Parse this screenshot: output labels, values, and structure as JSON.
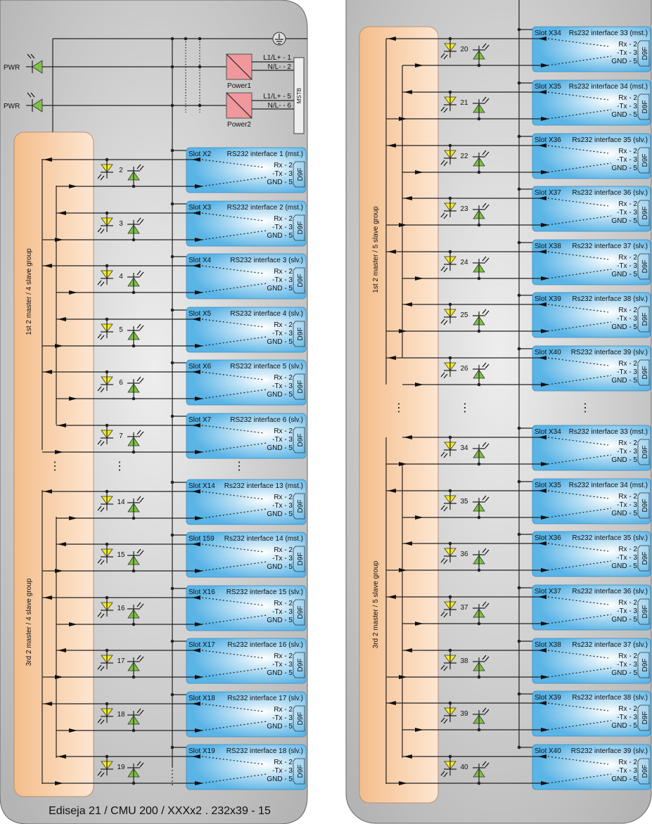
{
  "header": {
    "pwr_label": "PWR",
    "power1": "Power1",
    "power2": "Power2",
    "p1_l": "L1/L+ - 1",
    "p1_n": "N/L- - 2",
    "p2_l": "L1/L+ - 5",
    "p2_n": "N/L- - 6",
    "terminal": "MSTB"
  },
  "footer": "Ediseja 21 / CMU 200 / XXXx2 . 232x39 - 15",
  "pins": {
    "rx": "Rx - 2",
    "tx": "-Tx - 3",
    "gnd": "GND - 5",
    "connector": "D9F"
  },
  "ellipsis": "⋮",
  "left_panel": {
    "groups": [
      "1st 2 master / 4 slave group",
      "3rd 2 master / 4 slave group"
    ],
    "slots": [
      {
        "slot": "Slot X2",
        "iface": "RS232 interface 1 (mst.)",
        "led": "2"
      },
      {
        "slot": "Slot X3",
        "iface": "RS232 interface 2 (mst.)",
        "led": "3"
      },
      {
        "slot": "Slot X4",
        "iface": "RS232 interface 3 (slv.)",
        "led": "4"
      },
      {
        "slot": "Slot X5",
        "iface": "RS232 interface 4 (slv.)",
        "led": "5"
      },
      {
        "slot": "Slot X6",
        "iface": "RS232 interface 5 (slv.)",
        "led": "6"
      },
      {
        "slot": "Slot X7",
        "iface": "RS232 interface 6 (slv.)",
        "led": "7"
      },
      {
        "slot": "Slot X14",
        "iface": "Rs232 interface 13 (mst.)",
        "led": "14"
      },
      {
        "slot": "Slot 159",
        "iface": "Rs232 interface 14 (mst.)",
        "led": "15"
      },
      {
        "slot": "Slot X16",
        "iface": "RS232 interface 15 (slv.)",
        "led": "16"
      },
      {
        "slot": "Slot X17",
        "iface": "Rs232 interface 16 (slv.)",
        "led": "17"
      },
      {
        "slot": "Slot X18",
        "iface": "Rs232 interface 17 (slv.)",
        "led": "18"
      },
      {
        "slot": "Slot X19",
        "iface": "RS232 interface 18 (slv.)",
        "led": "19"
      }
    ]
  },
  "right_panel": {
    "groups": [
      "1st 2 master / 5 slave group",
      "3rd 2 master / 5 slave group"
    ],
    "slots": [
      {
        "slot": "Slot X34",
        "iface": "Rs232 interface 33 (mst.)",
        "led": "20"
      },
      {
        "slot": "Slot X35",
        "iface": "Rs232 interface 34 (mst.)",
        "led": "21"
      },
      {
        "slot": "Slot X36",
        "iface": "Rs232 interface 35 (slv.)",
        "led": "22"
      },
      {
        "slot": "Slot X37",
        "iface": "Rs232 interface 36 (slv.)",
        "led": "23"
      },
      {
        "slot": "Slot X38",
        "iface": "Rs232 interface 37 (slv.)",
        "led": "24"
      },
      {
        "slot": "Slot X39",
        "iface": "Rs232 interface 38 (slv.)",
        "led": "25"
      },
      {
        "slot": "Slot X40",
        "iface": "RS232 interface 39 (slv.)",
        "led": "26"
      },
      {
        "slot": "Slot X34",
        "iface": "Rs232 interface 33 (mst.)",
        "led": "34"
      },
      {
        "slot": "Slot X35",
        "iface": "Rs232 interface 34 (mst.)",
        "led": "35"
      },
      {
        "slot": "Slot X36",
        "iface": "Rs232 interface 35 (slv.)",
        "led": "36"
      },
      {
        "slot": "Slot X37",
        "iface": "Rs232 interface 36 (slv.)",
        "led": "37"
      },
      {
        "slot": "Slot X38",
        "iface": "Rs232 interface 37 (slv.)",
        "led": "38"
      },
      {
        "slot": "Slot X39",
        "iface": "Rs232 interface 38 (slv.)",
        "led": "39"
      },
      {
        "slot": "Slot X40",
        "iface": "RS232 interface 39 (slv.)",
        "led": "40"
      }
    ]
  },
  "colors": {
    "yellow_led": "#f5ec1a",
    "green_led": "#7dc242",
    "power_box": "#f0989c",
    "slot_edge": "#5ab4e6"
  }
}
